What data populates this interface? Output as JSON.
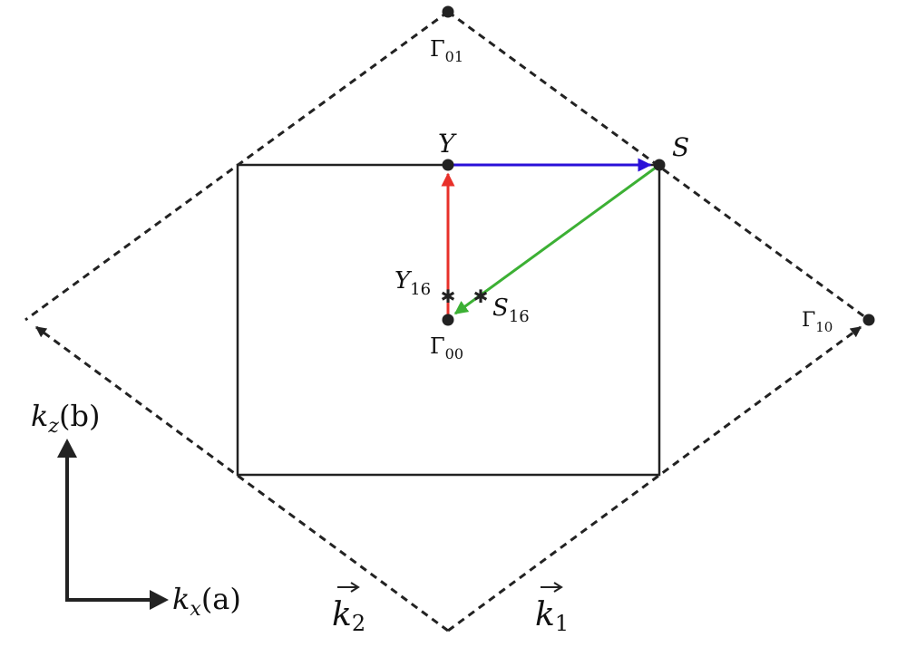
{
  "colors": {
    "ink": "#222222",
    "path_blue": "#2a10d8",
    "path_red": "#e8302a",
    "path_green": "#3cb034"
  },
  "points": {
    "gamma01": "Γ01",
    "gamma00": "Γ00",
    "gamma10": "Γ10",
    "y": "Y",
    "s": "S",
    "y16": "Y16",
    "s16": "S16"
  },
  "labels": {
    "gamma01": {
      "base": "Γ",
      "sub": "01"
    },
    "gamma00": {
      "base": "Γ",
      "sub": "00"
    },
    "gamma10": {
      "base": "Γ",
      "sub": "10"
    },
    "y": {
      "base": "Y"
    },
    "s": {
      "base": "S"
    },
    "y16": {
      "base": "Y",
      "sub": "16"
    },
    "s16": {
      "base": "S",
      "sub": "16"
    },
    "k1": {
      "base": "k",
      "sub": "1"
    },
    "k2": {
      "base": "k",
      "sub": "2"
    },
    "kz_axis": "kz(b)",
    "kx_axis": "kx(a)"
  },
  "axis_labels": {
    "kz": {
      "base": "k",
      "sub": "z",
      "rest": "(b)"
    },
    "kx": {
      "base": "k",
      "sub": "x",
      "rest": "(a)"
    }
  }
}
